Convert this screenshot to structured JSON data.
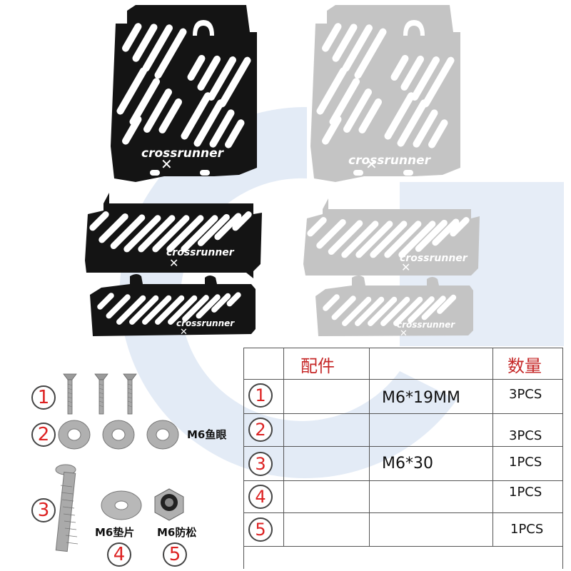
{
  "brand": "crossrunner",
  "colors": {
    "black_part": "#141414",
    "silver_part": "#c4c4c4",
    "accent_red": "#d22222",
    "watermark": "#dde6f3"
  },
  "parts_panel": {
    "labels": {
      "washer_fish_eye": "M6鱼眼",
      "flat_washer": "M6垫片",
      "lock_nut": "M6防松"
    },
    "numbers": [
      "1",
      "2",
      "3",
      "4",
      "5"
    ]
  },
  "table": {
    "headers": {
      "part": "配件",
      "spec": "",
      "qty": "数量"
    },
    "rows": [
      {
        "no": "1",
        "spec": "M6*19MM",
        "qty": "3PCS"
      },
      {
        "no": "2",
        "spec": "",
        "qty": "3PCS"
      },
      {
        "no": "3",
        "spec": "M6*30",
        "qty": "1PCS"
      },
      {
        "no": "4",
        "spec": "",
        "qty": "1PCS"
      },
      {
        "no": "5",
        "spec": "",
        "qty": "1PCS"
      }
    ]
  }
}
